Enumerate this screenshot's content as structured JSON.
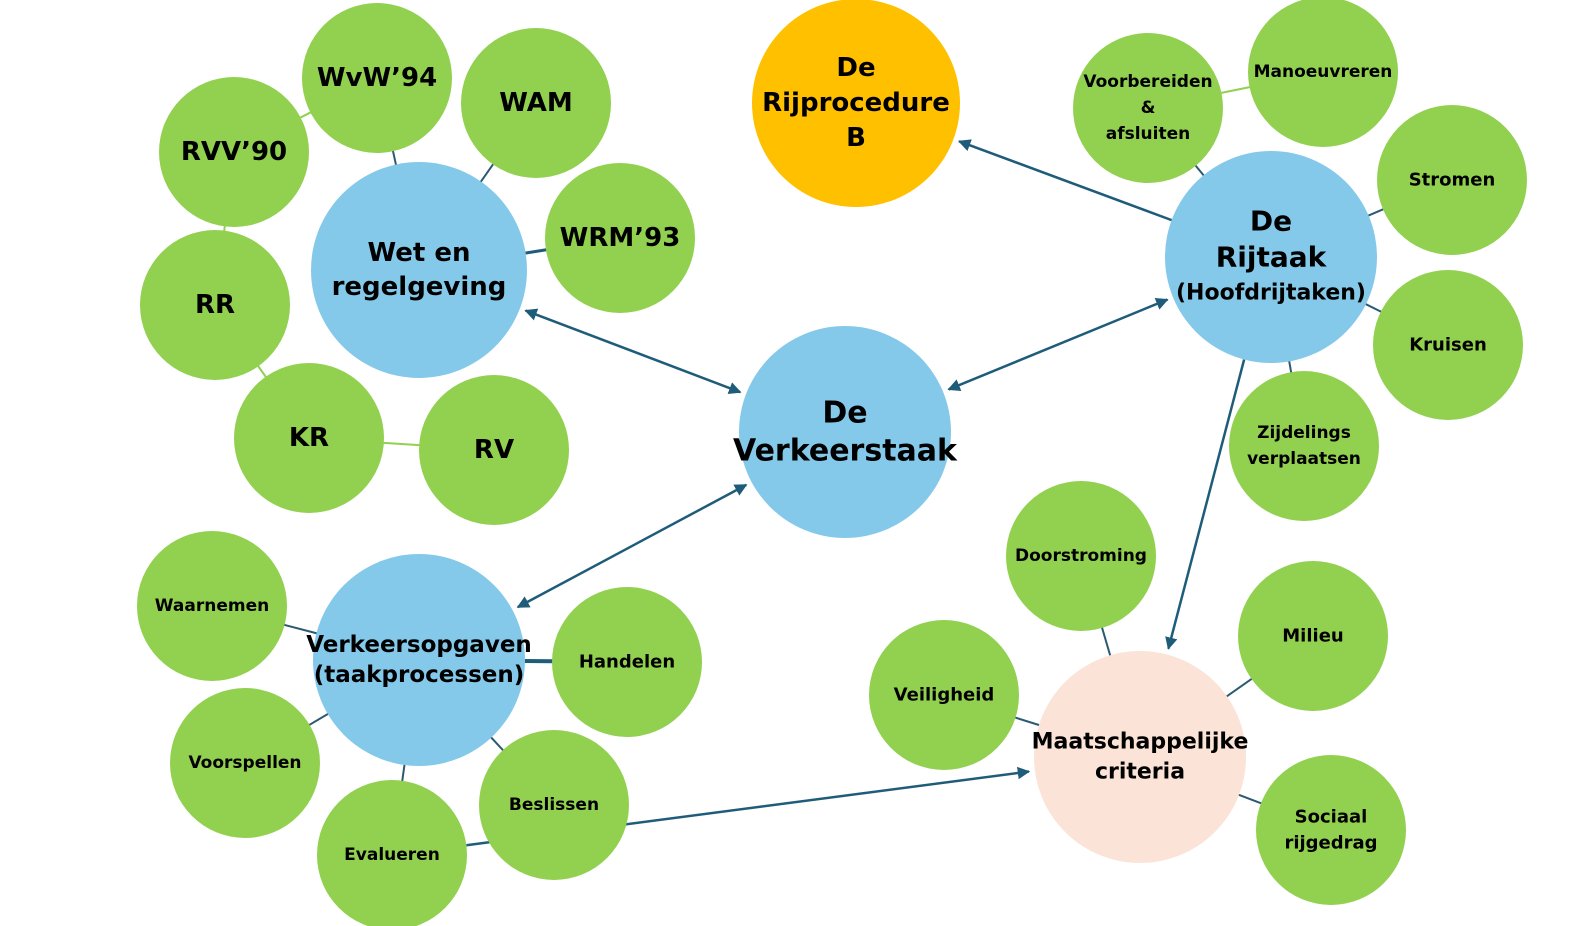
{
  "colors": {
    "green": "#92d050",
    "blue": "#84c9ea",
    "orange": "#ffc000",
    "peach": "#fbe3d7",
    "connector": "#1f5c7a",
    "thin_connector": "#2b5a72"
  },
  "nodes": {
    "rijprocedure": {
      "lines": [
        "De",
        "Rijprocedure",
        "B"
      ]
    },
    "wet": {
      "lines": [
        "Wet en",
        "regelgeving"
      ]
    },
    "verkeerstaak": {
      "lines": [
        "De",
        "Verkeerstaak"
      ]
    },
    "rijtaak": {
      "lines": [
        "De",
        "Rijtaak",
        "(Hoofdrijtaken)"
      ]
    },
    "verkeersopgaven": {
      "lines": [
        "Verkeersopgaven",
        "(taakprocessen)"
      ]
    },
    "maatschappelijk": {
      "lines": [
        "Maatschappelijke",
        "criteria"
      ]
    },
    "wvw": {
      "lines": [
        "WvW’94"
      ]
    },
    "wam": {
      "lines": [
        "WAM"
      ]
    },
    "rvv": {
      "lines": [
        "RVV’90"
      ]
    },
    "wrm": {
      "lines": [
        "WRM’93"
      ]
    },
    "rr": {
      "lines": [
        "RR"
      ]
    },
    "kr": {
      "lines": [
        "KR"
      ]
    },
    "rv": {
      "lines": [
        "RV"
      ]
    },
    "voorbereiden": {
      "lines": [
        "Voorbereiden",
        "&",
        "afsluiten"
      ]
    },
    "manoeuvreren": {
      "lines": [
        "Manoeuvreren"
      ]
    },
    "stromen": {
      "lines": [
        "Stromen"
      ]
    },
    "kruisen": {
      "lines": [
        "Kruisen"
      ]
    },
    "zijdelings": {
      "lines": [
        "Zijdelings",
        "verplaatsen"
      ]
    },
    "waarnemen": {
      "lines": [
        "Waarnemen"
      ]
    },
    "handelen": {
      "lines": [
        "Handelen"
      ]
    },
    "voorspellen": {
      "lines": [
        "Voorspellen"
      ]
    },
    "beslissen": {
      "lines": [
        "Beslissen"
      ]
    },
    "evalueren": {
      "lines": [
        "Evalueren"
      ]
    },
    "doorstroming": {
      "lines": [
        "Doorstroming"
      ]
    },
    "milieu": {
      "lines": [
        "Milieu"
      ]
    },
    "veiligheid": {
      "lines": [
        "Veiligheid"
      ]
    },
    "sociaal": {
      "lines": [
        "Sociaal",
        "rijgedrag"
      ]
    }
  }
}
